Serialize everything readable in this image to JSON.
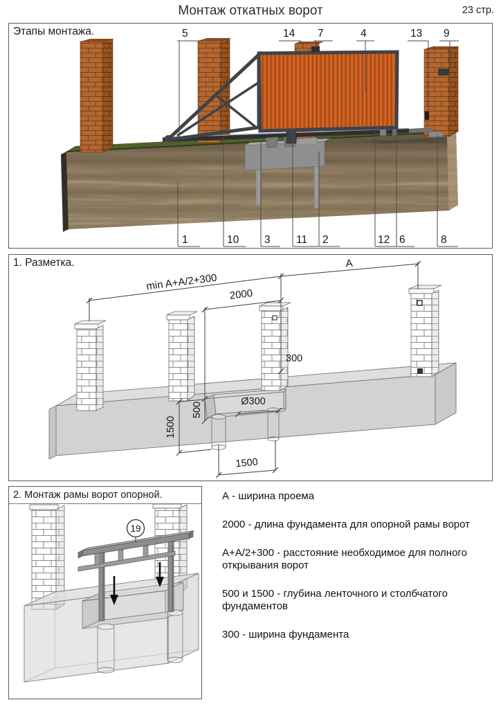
{
  "header": {
    "title": "Монтаж откатных ворот",
    "page": "23 стр."
  },
  "panel_stages": {
    "label": "Этапы монтажа.",
    "callouts_top": [
      "5",
      "14",
      "7",
      "4",
      "13",
      "9"
    ],
    "callouts_bottom": [
      "1",
      "10",
      "3",
      "11",
      "2",
      "12",
      "6",
      "8"
    ]
  },
  "panel_marking": {
    "label": "1. Разметка.",
    "dims": {
      "span_min": "min A+A/2+300",
      "opening_width": "A",
      "foundation_length": "2000",
      "pillar_offset": "300",
      "pile_diameter": "Ø300",
      "strip_depth": "500",
      "pile_depth": "1500",
      "pile_spacing": "1500"
    }
  },
  "panel_frame": {
    "label": "2. Монтаж рамы ворот опорной.",
    "callout": "19"
  },
  "legend": {
    "items": [
      "А - ширина проема",
      "2000 - длина фундамента для опорной рамы ворот",
      "А+А/2+300 - расстояние необходимое для полного открывания ворот",
      "500 и 1500 - глубина ленточного и столбчатого фундаментов",
      "300 - ширина фундамента"
    ]
  },
  "colors": {
    "gate_panel": "#c4591c",
    "gate_frame": "#3f4349",
    "brick": "#b4672f",
    "grass": "#46521f",
    "soil_dark": "#2e2a22",
    "soil_light": "#c2b294",
    "concrete": "#d2d2d2",
    "metal": "#8f8f8f"
  }
}
